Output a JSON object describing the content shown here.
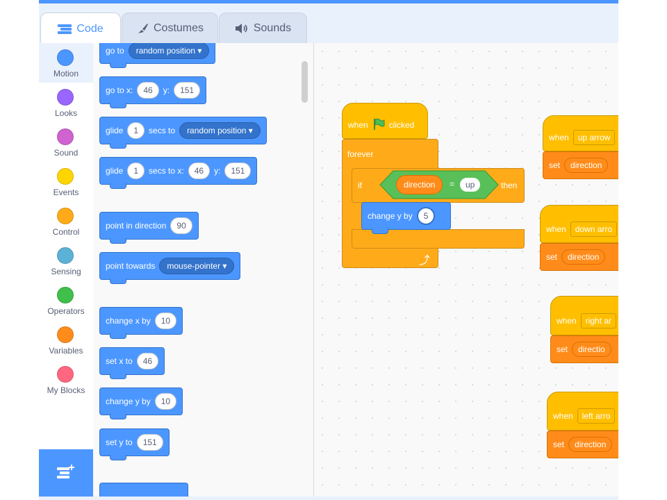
{
  "tabs": [
    {
      "label": "Code",
      "active": true,
      "icon": "code-icon"
    },
    {
      "label": "Costumes",
      "active": false,
      "icon": "brush-icon"
    },
    {
      "label": "Sounds",
      "active": false,
      "icon": "speaker-icon"
    }
  ],
  "categories": [
    {
      "label": "Motion",
      "color": "#4c97ff",
      "selected": true
    },
    {
      "label": "Looks",
      "color": "#9966ff"
    },
    {
      "label": "Sound",
      "color": "#cf63cf"
    },
    {
      "label": "Events",
      "color": "#ffd500"
    },
    {
      "label": "Control",
      "color": "#ffab19"
    },
    {
      "label": "Sensing",
      "color": "#5cb1d6"
    },
    {
      "label": "Operators",
      "color": "#40bf4a"
    },
    {
      "label": "Variables",
      "color": "#ff8c1a"
    },
    {
      "label": "My Blocks",
      "color": "#ff6680"
    }
  ],
  "palette": {
    "goto": {
      "label": "go to",
      "dropdown": "random position"
    },
    "gotoxy": {
      "label": "go to x:",
      "x": "46",
      "ylabel": "y:",
      "y": "151"
    },
    "glide1": {
      "label": "glide",
      "secs": "1",
      "mid": "secs to",
      "dropdown": "random position"
    },
    "glide2": {
      "label": "glide",
      "secs": "1",
      "mid": "secs to x:",
      "x": "46",
      "ylabel": "y:",
      "y": "151"
    },
    "point_dir": {
      "label": "point in direction",
      "value": "90"
    },
    "point_towards": {
      "label": "point towards",
      "dropdown": "mouse-pointer"
    },
    "change_x": {
      "label": "change x by",
      "value": "10"
    },
    "set_x": {
      "label": "set x to",
      "value": "46"
    },
    "change_y": {
      "label": "change y by",
      "value": "10"
    },
    "set_y": {
      "label": "set y to",
      "value": "151"
    }
  },
  "script": {
    "hat_when": "when",
    "hat_clicked": "clicked",
    "forever": "forever",
    "if": "if",
    "then": "then",
    "var_name": "direction",
    "equals": "=",
    "compare_value": "up",
    "change_label": "change y by",
    "change_value": "5"
  },
  "partial_scripts": [
    {
      "when": "when",
      "key": "up arrow",
      "set": "set",
      "var": "direction"
    },
    {
      "when": "when",
      "key": "down arro",
      "set": "set",
      "var": "direction"
    },
    {
      "when": "when",
      "key": "right ar",
      "set": "set",
      "var": "directio"
    },
    {
      "when": "when",
      "key": "left arro",
      "set": "set",
      "var": "direction"
    }
  ]
}
